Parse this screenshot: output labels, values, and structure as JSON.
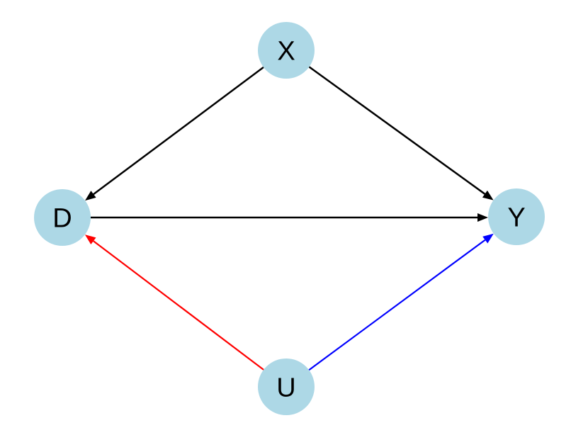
{
  "diagram": {
    "type": "causal-dag",
    "background": "#ffffff",
    "node_fill": "#ADD8E6",
    "node_label_color": "#000000",
    "nodes": [
      {
        "id": "X",
        "label": "X",
        "position": "top-center"
      },
      {
        "id": "D",
        "label": "D",
        "position": "middle-left"
      },
      {
        "id": "Y",
        "label": "Y",
        "position": "middle-right"
      },
      {
        "id": "U",
        "label": "U",
        "position": "bottom-center"
      }
    ],
    "edges": [
      {
        "from": "X",
        "to": "D",
        "color": "#000000"
      },
      {
        "from": "X",
        "to": "Y",
        "color": "#000000"
      },
      {
        "from": "D",
        "to": "Y",
        "color": "#000000"
      },
      {
        "from": "U",
        "to": "D",
        "color": "#ff0000"
      },
      {
        "from": "U",
        "to": "Y",
        "color": "#0000ff"
      }
    ]
  }
}
